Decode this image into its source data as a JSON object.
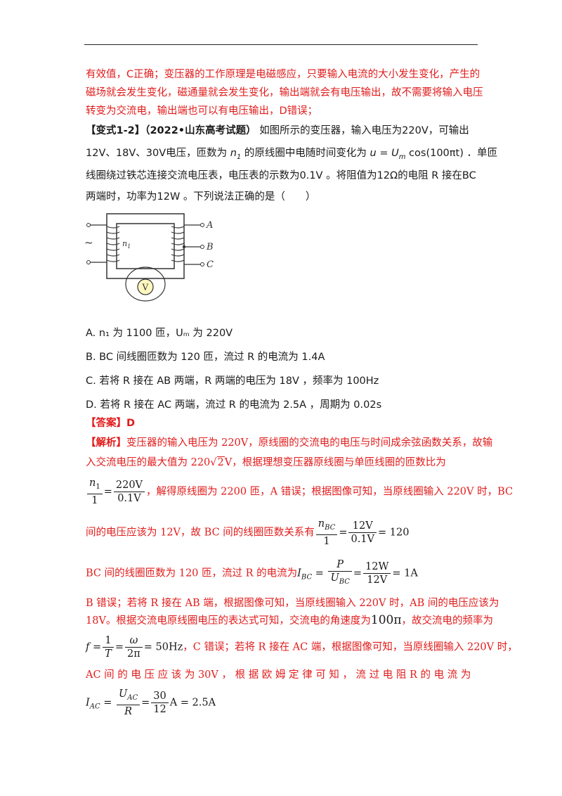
{
  "intro": {
    "line1": "有效值，C正确；变压器的工作原理是电磁感应，只要输入电流的大小发生变化，产生的",
    "line2": "磁场就会发生变化，磁通量就会发生变化，输出端就会有电压输出，故不需要将输入电压",
    "line3": "转变为交流电，输出端也可以有电压输出，D错误；"
  },
  "question": {
    "tag": "【变式1-2】",
    "source": "（2022•山东高考试题）",
    "text1": "如图所示的变压器，输入电压为220V，可输出",
    "text2a": "12V、18V、30V电压，匝数为",
    "text2b": "的原线圈中电随时间变化为",
    "formula_u": "u = U",
    "formula_cos": "cos(100πt)",
    "text2c": "．单匝",
    "text3": "线圈绕过铁芯连接交流电压表，电压表的示数为0.1V 。将阻值为12Ω的电阻 R 接在BC",
    "text4": "两端时，功率为12W 。下列说法正确的是（　　）"
  },
  "diagram": {
    "terminal_a": "A",
    "terminal_b": "B",
    "terminal_c": "C",
    "coil_label": "n",
    "coil_sub": "1",
    "ac_symbol": "~",
    "meter": "V"
  },
  "options": [
    {
      "prefix": "A.",
      "text": "n₁ 为 1100 匝，Uₘ 为 220V"
    },
    {
      "prefix": "B.",
      "text": "BC 间线圈匝数为 120 匝，流过 R 的电流为 1.4A"
    },
    {
      "prefix": "C.",
      "text": "若将 R 接在 AB 两端，R 两端的电压为 18V ，频率为 100Hz"
    },
    {
      "prefix": "D.",
      "text": "若将 R 接在 AC 两端，流过 R 的电流为 2.5A ，周期为 0.02s"
    }
  ],
  "answer": {
    "label": "【答案】",
    "value": "D"
  },
  "analysis": {
    "label": "【解析】",
    "l1": "变压器的输入电压为 220V，原线圈的交流电的电压与时间成余弦函数关系，故输",
    "l2a": "入交流电压的最大值为 220",
    "l2b": "2",
    "l2c": "V，根据理想变压器原线圈与单匝线圈的匝数比为",
    "f1_num_l": "n",
    "f1_num_sub": "1",
    "f1_den_l": "1",
    "f1_num_r": "220V",
    "f1_den_r": "0.1V",
    "l3": "，解得原线圈为 2200 匝，A 错误；根据图像可知，当原线圈输入 220V 时，BC",
    "l4": "间的电压应该为 12V，故 BC 间的线圈匝数关系有",
    "f2_num_l": "n",
    "f2_num_sub": "BC",
    "f2_den_l": "1",
    "f2_num_r": "12V",
    "f2_den_r": "0.1V",
    "f2_result": "= 120",
    "l5": "BC 间的线圈匝数为 120 匝，流过 R 的电流为",
    "f3_lhs": "I",
    "f3_lhs_sub": "BC",
    "f3_num1": "P",
    "f3_den1": "U",
    "f3_den1_sub": "BC",
    "f3_num2": "12W",
    "f3_den2": "12V",
    "f3_result": "= 1A",
    "l6": "B 错误；若将 R 接在 AB 端，根据图像可知，当原线圈输入 220V 时，AB 间的电压应该为",
    "l7a": "18V。根据交流电原线圈电压的表达式可知，交流电的角速度为",
    "l7b": "100π",
    "l7c": "，故交流电的频率为",
    "f4_lhs": "f =",
    "f4_num1": "1",
    "f4_den1": "T",
    "f4_num2": "ω",
    "f4_den2": "2π",
    "f4_result": "= 50Hz",
    "l8": "，C 错误；若将 R 接在 AC 端，根据图像可知，当原线圈输入 220V 时，",
    "l9": "AC 间 的 电 压 应 该 为 30V ， 根 据 欧 姆 定 律 可 知 ， 流 过 电 阻 R 的 电 流 为",
    "f5_lhs": "I",
    "f5_lhs_sub": "AC",
    "f5_num1": "U",
    "f5_num1_sub": "AC",
    "f5_den1": "R",
    "f5_num2": "30",
    "f5_den2": "12",
    "f5_result": "A = 2.5A"
  },
  "colors": {
    "explanation": "#e21b1b",
    "text": "#1a1a1a",
    "meter_fill": "#fff7c0"
  }
}
